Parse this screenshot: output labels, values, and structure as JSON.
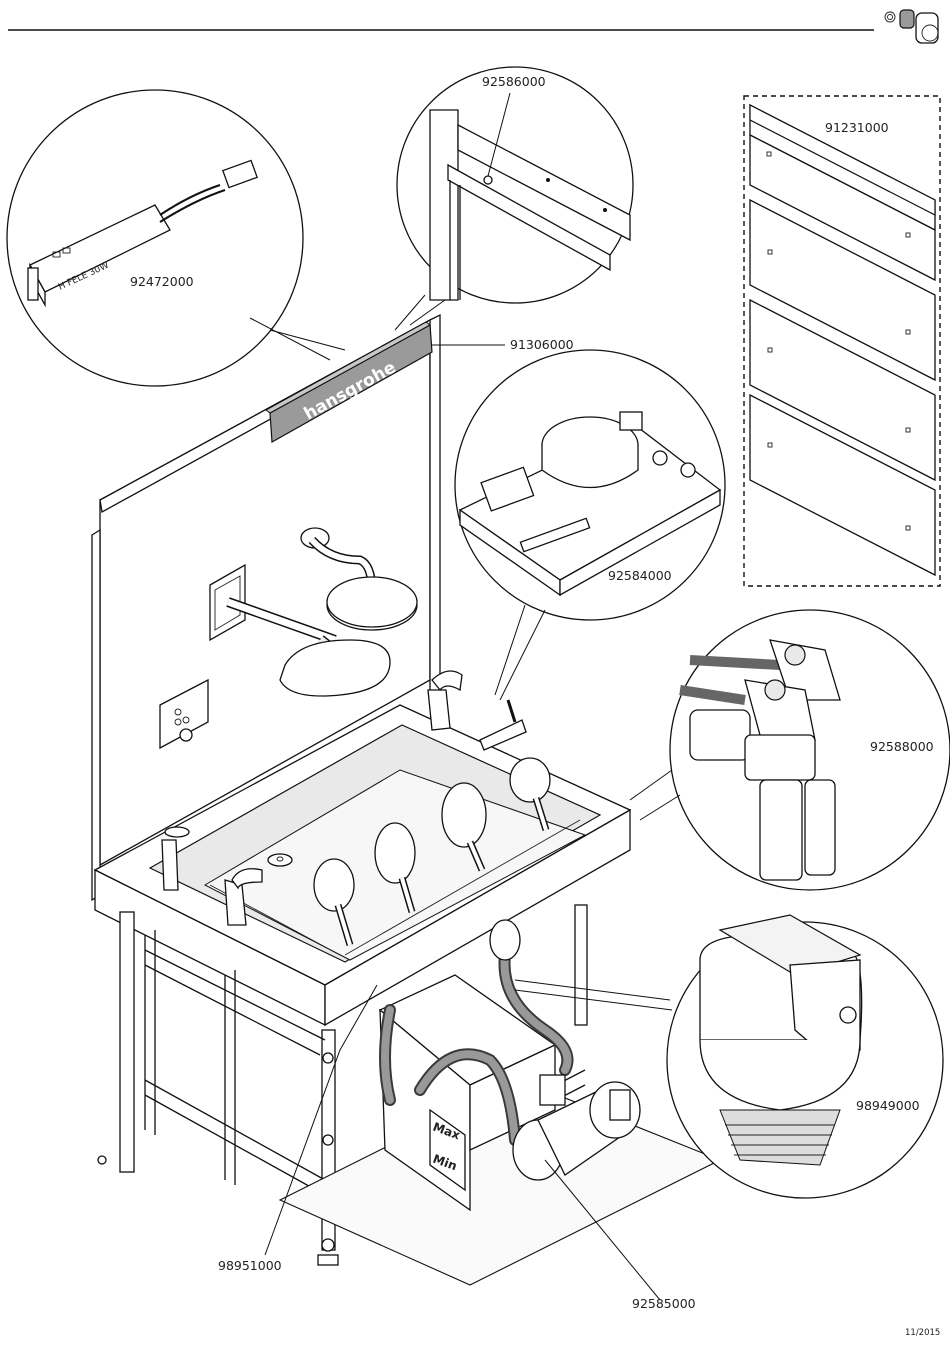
{
  "header": {
    "icon": "fitting-icon"
  },
  "part_numbers": {
    "p92586000": "92586000",
    "p92472000": "92472000",
    "p91306000": "91306000",
    "p91231000": "91231000",
    "p92584000": "92584000",
    "p92588000": "92588000",
    "p98949000": "98949000",
    "p98951000": "98951000",
    "p92585000": "92585000"
  },
  "labels": {
    "brand": "hansgrohe",
    "power_supply": "H  FELE 30W",
    "tank_max": "Max",
    "tank_min": "Min"
  },
  "footer": {
    "date": "11/2015"
  }
}
